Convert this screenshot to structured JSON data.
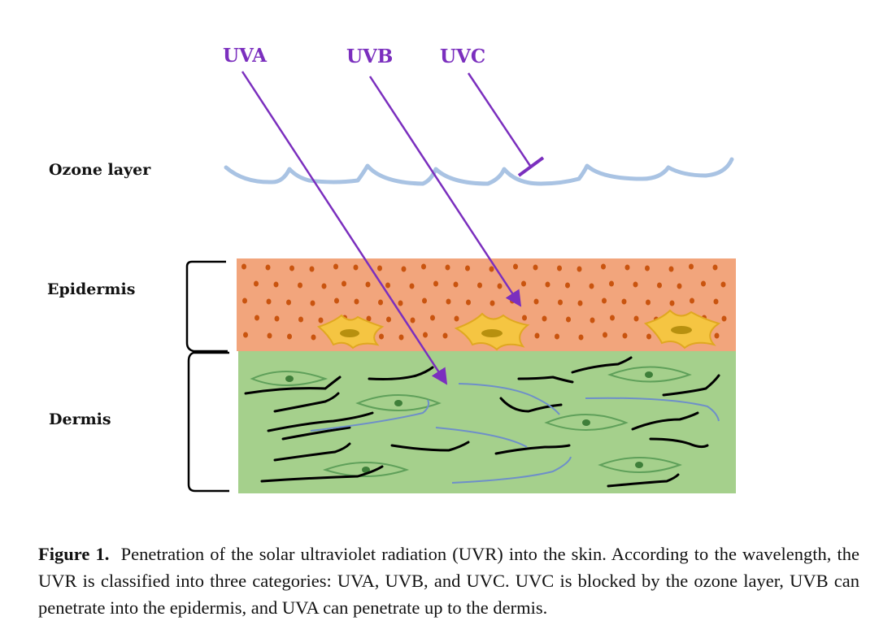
{
  "diagram": {
    "rays": [
      {
        "label": "UVA"
      },
      {
        "label": "UVB"
      },
      {
        "label": "UVC"
      }
    ],
    "layers": {
      "ozone": "Ozone layer",
      "epidermis": "Epidermis",
      "dermis": "Dermis"
    },
    "colors": {
      "ray": "#7b2fbe",
      "ozone": "#a9c3e3",
      "epidermis": "#f2a57c",
      "dermis": "#a5d08c",
      "fibroblast_outline": "#5fa05a",
      "melanocyte": "#f5c542"
    }
  },
  "caption": {
    "label": "Figure 1.",
    "text": "Penetration of the solar ultraviolet radiation (UVR) into the skin.  According to the wavelength, the UVR is classified into three categories: UVA, UVB, and UVC. UVC is blocked by the ozone layer, UVB can penetrate into the epidermis, and UVA can penetrate up to the dermis."
  }
}
